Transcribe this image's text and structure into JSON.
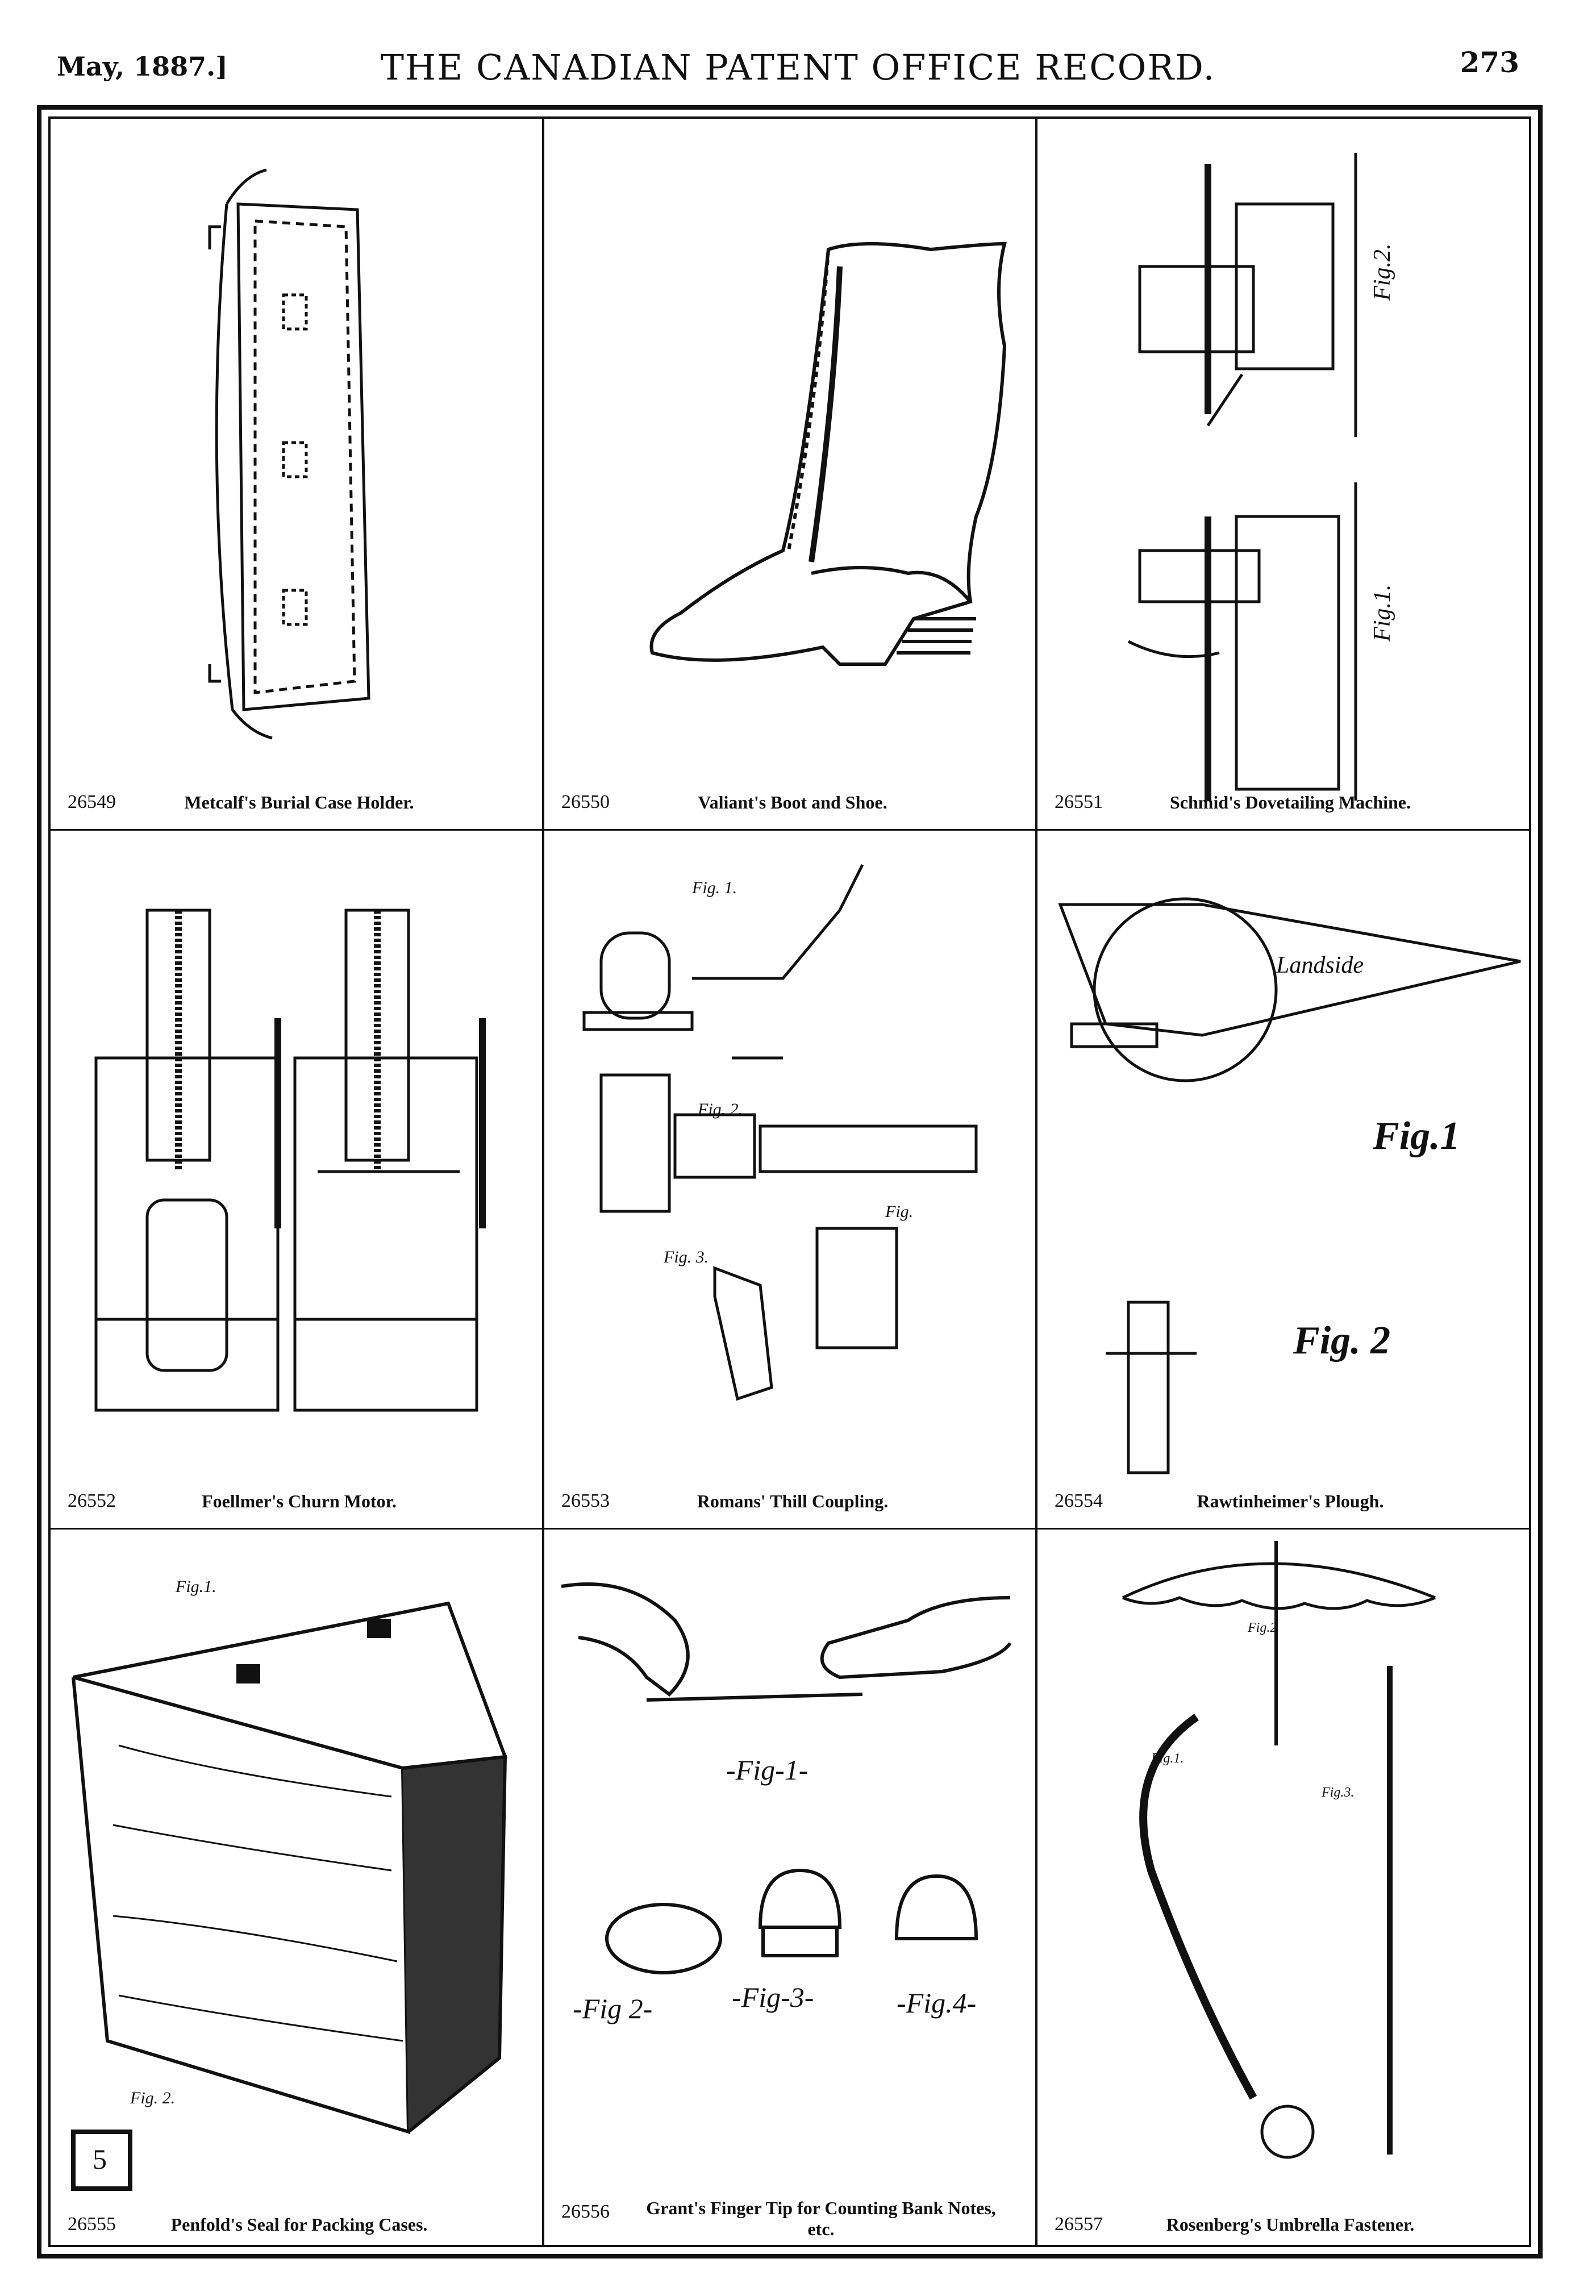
{
  "header": {
    "date": "May, 1887.]",
    "title": "THE CANADIAN PATENT OFFICE RECORD.",
    "page_number": "273"
  },
  "patents": [
    {
      "number": "26549",
      "title": "Metcalf's Burial Case Holder."
    },
    {
      "number": "26550",
      "title": "Valiant's Boot and Shoe."
    },
    {
      "number": "26551",
      "title": "Schmid's Dovetailing Machine."
    },
    {
      "number": "26552",
      "title": "Foellmer's Churn Motor."
    },
    {
      "number": "26553",
      "title": "Romans' Thill Coupling."
    },
    {
      "number": "26554",
      "title": "Rawtinheimer's Plough."
    },
    {
      "number": "26555",
      "title": "Penfold's Seal for Packing Cases."
    },
    {
      "number": "26556",
      "title": "Grant's Finger Tip for Counting Bank Notes, etc."
    },
    {
      "number": "26557",
      "title": "Rosenberg's Umbrella Fastener."
    }
  ],
  "figure_labels": {
    "schmid_fig2": "Fig.2.",
    "schmid_fig1": "Fig.1.",
    "romans_fig1": "Fig. 1.",
    "romans_fig2": "Fig. 2.",
    "romans_fig3": "Fig. 3.",
    "romans_fig": "Fig.",
    "plough_landside": "Landside",
    "plough_fig1": "Fig.1",
    "plough_fig2": "Fig. 2",
    "penfold_fig1": "Fig.1.",
    "penfold_fig2": "Fig. 2.",
    "penfold_seal": "5",
    "grant_fig1": "-Fig-1-",
    "grant_fig2": "-Fig 2-",
    "grant_fig3": "-Fig-3-",
    "grant_fig4": "-Fig.4-",
    "umbrella_fig1": "Fig.1.",
    "umbrella_fig2": "Fig.2",
    "umbrella_fig3": "Fig.3."
  }
}
